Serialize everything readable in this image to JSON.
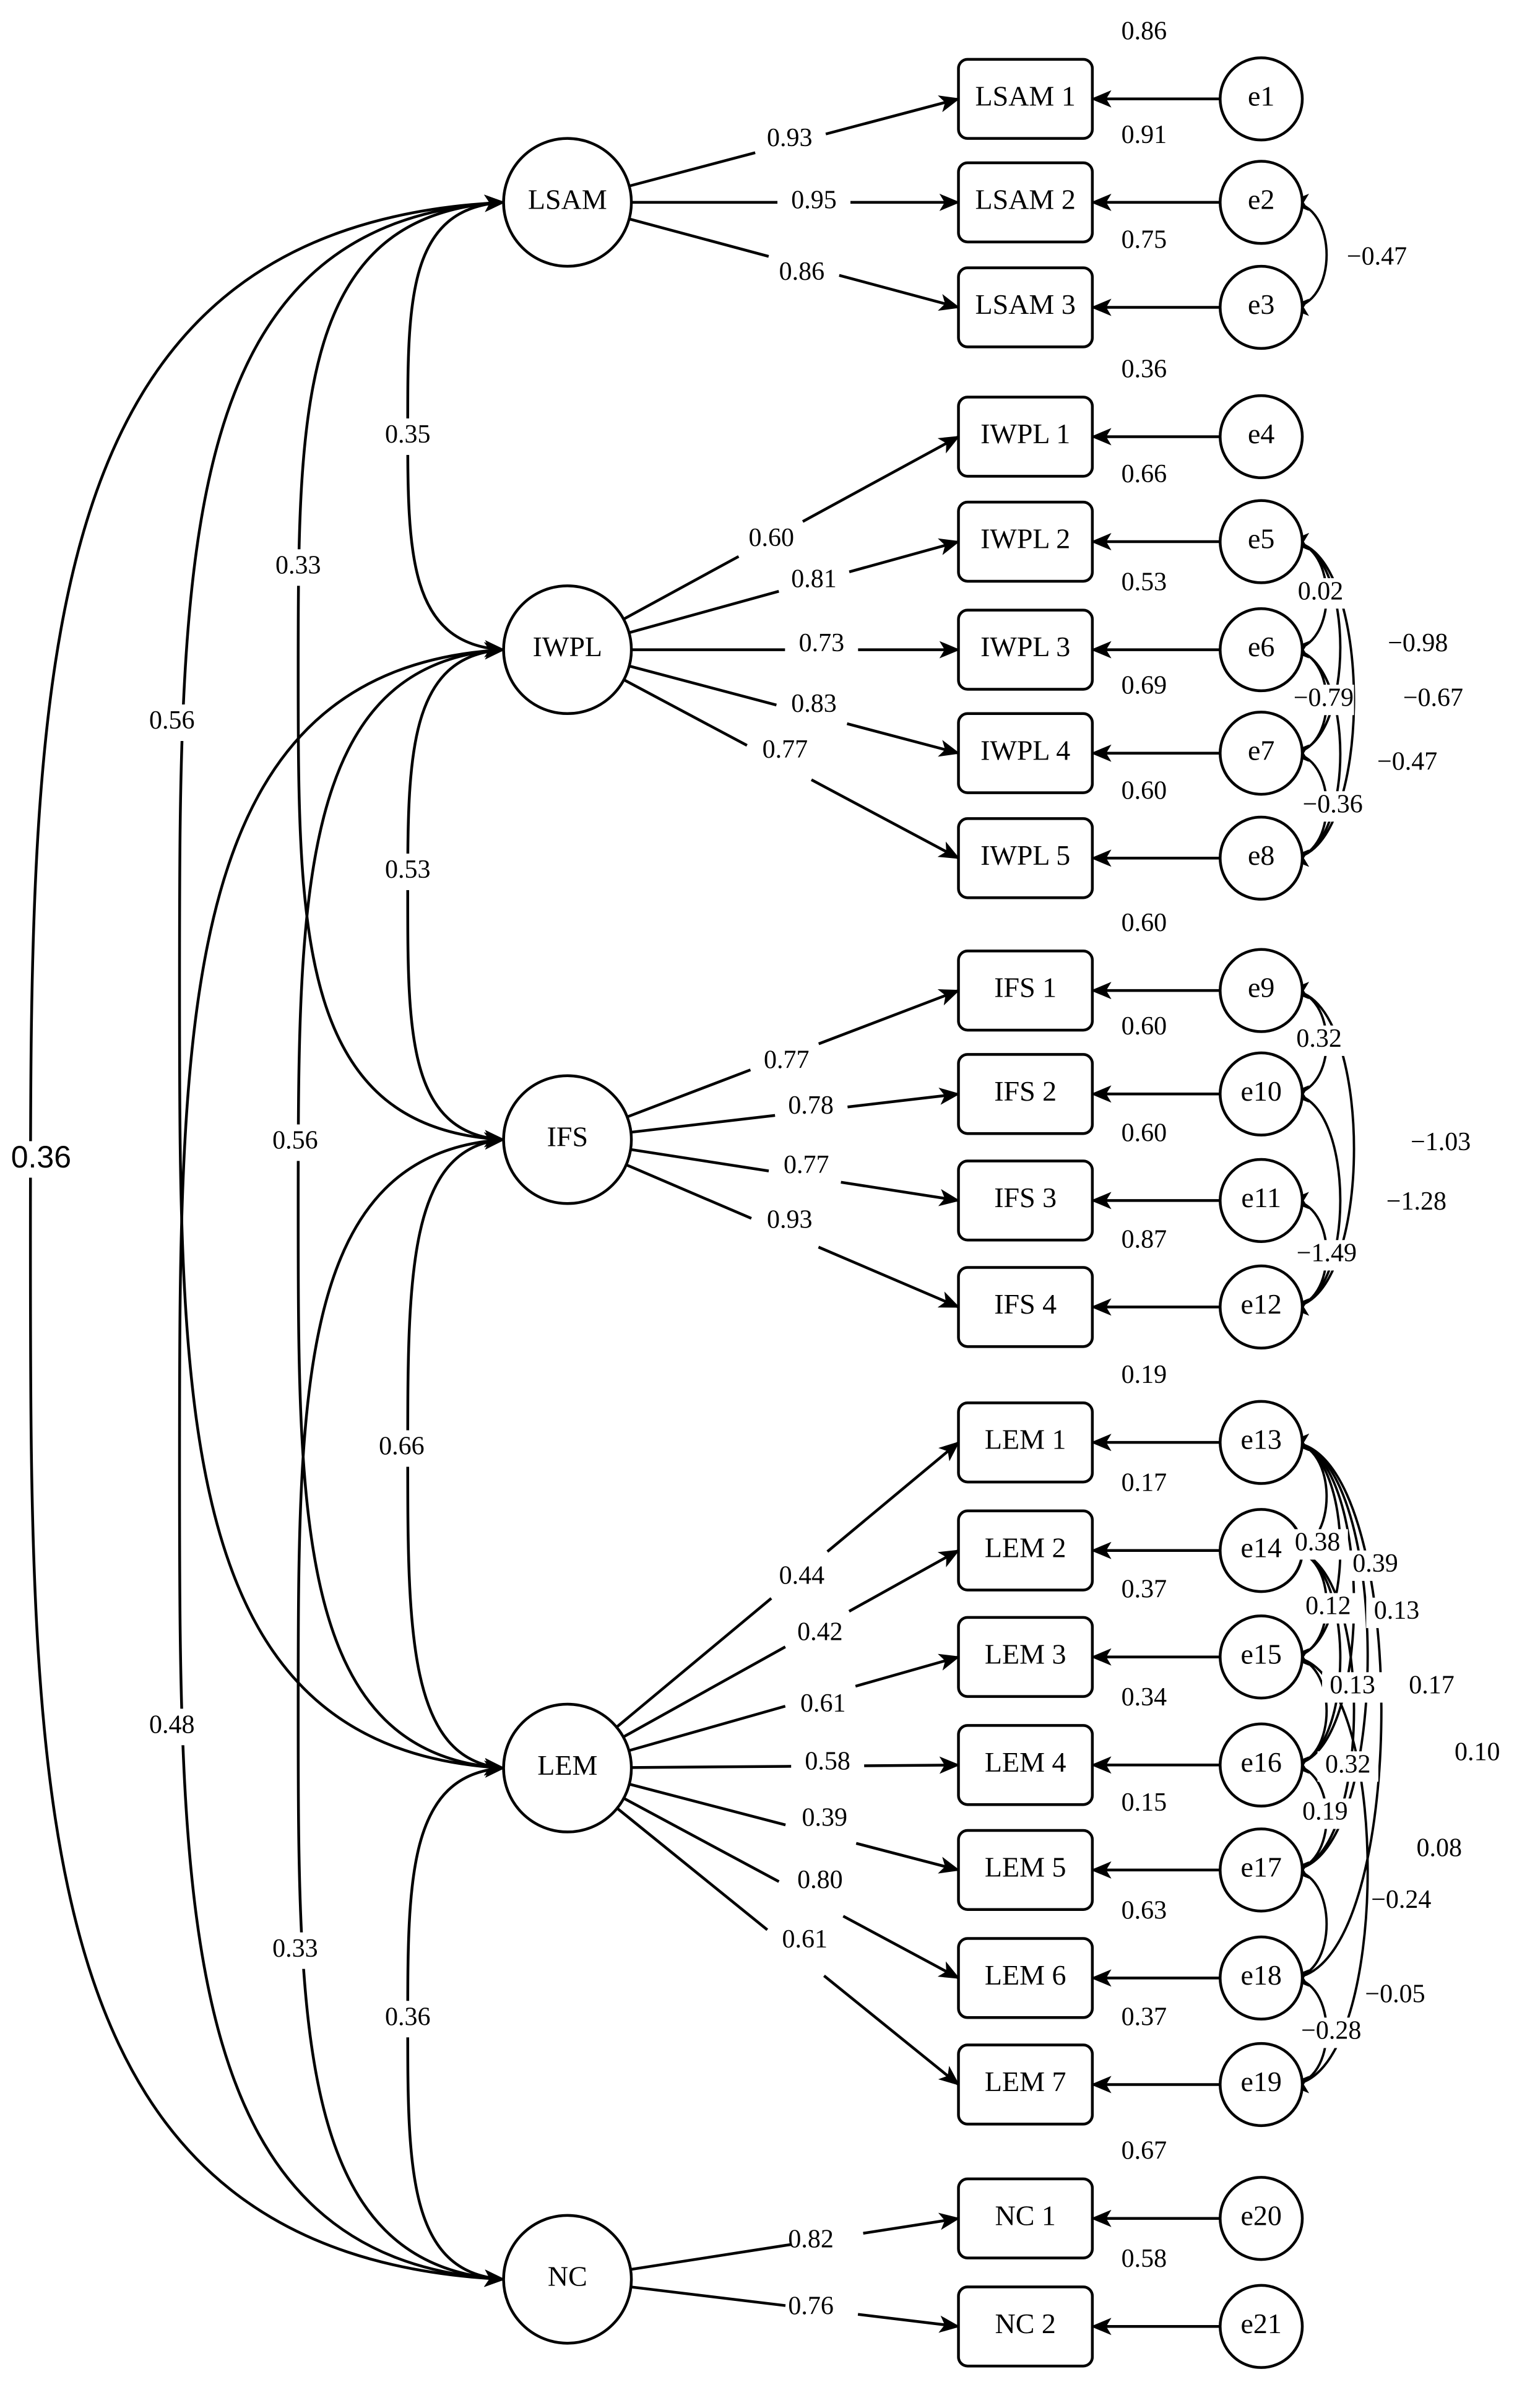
{
  "latent_variables": [
    {
      "id": "LSAM",
      "label": "LSAM"
    },
    {
      "id": "IWPL",
      "label": "IWPL"
    },
    {
      "id": "IFS",
      "label": "IFS"
    },
    {
      "id": "LEM",
      "label": "LEM"
    },
    {
      "id": "NC",
      "label": "NC"
    }
  ],
  "indicators": [
    {
      "label": "LSAM 1",
      "factor": "LSAM",
      "loading": "0.93",
      "r2": "0.86",
      "error": "e1"
    },
    {
      "label": "LSAM 2",
      "factor": "LSAM",
      "loading": "0.95",
      "r2": "0.91",
      "error": "e2"
    },
    {
      "label": "LSAM 3",
      "factor": "LSAM",
      "loading": "0.86",
      "r2": "0.75",
      "error": "e3"
    },
    {
      "label": "IWPL 1",
      "factor": "IWPL",
      "loading": "0.60",
      "r2": "0.36",
      "error": "e4"
    },
    {
      "label": "IWPL 2",
      "factor": "IWPL",
      "loading": "0.81",
      "r2": "0.66",
      "error": "e5"
    },
    {
      "label": "IWPL 3",
      "factor": "IWPL",
      "loading": "0.73",
      "r2": "0.53",
      "error": "e6"
    },
    {
      "label": "IWPL 4",
      "factor": "IWPL",
      "loading": "0.83",
      "r2": "0.69",
      "error": "e7"
    },
    {
      "label": "IWPL 5",
      "factor": "IWPL",
      "loading": "0.77",
      "r2": "0.60",
      "error": "e8"
    },
    {
      "label": "IFS 1",
      "factor": "IFS",
      "loading": "0.77",
      "r2": "0.60",
      "error": "e9"
    },
    {
      "label": "IFS 2",
      "factor": "IFS",
      "loading": "0.78",
      "r2": "0.60",
      "error": "e10"
    },
    {
      "label": "IFS 3",
      "factor": "IFS",
      "loading": "0.77",
      "r2": "0.60",
      "error": "e11"
    },
    {
      "label": "IFS 4",
      "factor": "IFS",
      "loading": "0.93",
      "r2": "0.87",
      "error": "e12"
    },
    {
      "label": "LEM 1",
      "factor": "LEM",
      "loading": "0.44",
      "r2": "0.19",
      "error": "e13"
    },
    {
      "label": "LEM 2",
      "factor": "LEM",
      "loading": "0.42",
      "r2": "0.17",
      "error": "e14"
    },
    {
      "label": "LEM 3",
      "factor": "LEM",
      "loading": "0.61",
      "r2": "0.37",
      "error": "e15"
    },
    {
      "label": "LEM 4",
      "factor": "LEM",
      "loading": "0.58",
      "r2": "0.34",
      "error": "e16"
    },
    {
      "label": "LEM 5",
      "factor": "LEM",
      "loading": "0.39",
      "r2": "0.15",
      "error": "e17"
    },
    {
      "label": "LEM 6",
      "factor": "LEM",
      "loading": "0.80",
      "r2": "0.63",
      "error": "e18"
    },
    {
      "label": "LEM 7",
      "factor": "LEM",
      "loading": "0.61",
      "r2": "0.37",
      "error": "e19"
    },
    {
      "label": "NC 1",
      "factor": "NC",
      "loading": "0.82",
      "r2": "0.67",
      "error": "e20"
    },
    {
      "label": "NC 2",
      "factor": "NC",
      "loading": "0.76",
      "r2": "0.58",
      "error": "e21"
    }
  ],
  "factor_correlations": [
    {
      "from": "LSAM",
      "to": "IWPL",
      "value": "0.35"
    },
    {
      "from": "IWPL",
      "to": "IFS",
      "value": "0.53"
    },
    {
      "from": "IFS",
      "to": "LEM",
      "value": "0.66"
    },
    {
      "from": "LEM",
      "to": "NC",
      "value": "0.36"
    },
    {
      "from": "LSAM",
      "to": "IFS",
      "value": "0.33"
    },
    {
      "from": "IWPL",
      "to": "LEM",
      "value": "0.56"
    },
    {
      "from": "IFS",
      "to": "NC",
      "value": "0.33"
    },
    {
      "from": "LSAM",
      "to": "LEM",
      "value": "0.56"
    },
    {
      "from": "IWPL",
      "to": "NC",
      "value": "0.48"
    },
    {
      "from": "LSAM",
      "to": "NC",
      "value": "0.36"
    }
  ],
  "error_covariances": [
    {
      "from": "e2",
      "to": "e3",
      "value": "−0.47"
    },
    {
      "from": "e5",
      "to": "e6",
      "value": "0.02"
    },
    {
      "from": "e5",
      "to": "e7",
      "value": "−0.98"
    },
    {
      "from": "e6",
      "to": "e7",
      "value": "−0.79"
    },
    {
      "from": "e5",
      "to": "e8",
      "value": "−0.67"
    },
    {
      "from": "e6",
      "to": "e8",
      "value": "−0.47"
    },
    {
      "from": "e7",
      "to": "e8",
      "value": "−0.36"
    },
    {
      "from": "e9",
      "to": "e10",
      "value": "0.32"
    },
    {
      "from": "e9",
      "to": "e12",
      "value": "−1.03"
    },
    {
      "from": "e10",
      "to": "e12",
      "value": "−1.28"
    },
    {
      "from": "e11",
      "to": "e12",
      "value": "−1.49"
    },
    {
      "from": "e13",
      "to": "e14",
      "value": "0.38"
    },
    {
      "from": "e13",
      "to": "e15",
      "value": "0.39"
    },
    {
      "from": "e14",
      "to": "e15",
      "value": "0.12"
    },
    {
      "from": "e14",
      "to": "e16",
      "value": "0.13"
    },
    {
      "from": "e15",
      "to": "e16",
      "value": "0.13"
    },
    {
      "from": "e13",
      "to": "e16",
      "value": "0.17"
    },
    {
      "from": "e14",
      "to": "e17",
      "value": "0.32"
    },
    {
      "from": "e13",
      "to": "e17",
      "value": "0.10"
    },
    {
      "from": "e16",
      "to": "e17",
      "value": "0.19"
    },
    {
      "from": "e13",
      "to": "e18",
      "value": "0.08"
    },
    {
      "from": "e17",
      "to": "e18",
      "value": "−0.24"
    },
    {
      "from": "e15",
      "to": "e19",
      "value": "−0.05"
    },
    {
      "from": "e18",
      "to": "e19",
      "value": "−0.28"
    }
  ]
}
